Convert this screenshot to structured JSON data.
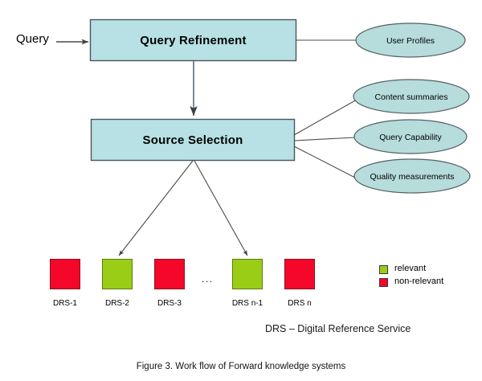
{
  "figure": {
    "caption": "Figure 3. Work flow of Forward knowledge systems",
    "note": "DRS – Digital Reference Service"
  },
  "colors": {
    "process_fill": "#b7e1e4",
    "process_stroke": "#4a5560",
    "ellipse_fill": "#b6dcdc",
    "ellipse_stroke": "#555f63",
    "relevant": "#9acd16",
    "non_relevant": "#f5072a",
    "connector": "#4a4a4a",
    "background": "#ffffff"
  },
  "input": {
    "label": "Query"
  },
  "processes": [
    {
      "id": "query-refinement",
      "label": "Query Refinement"
    },
    {
      "id": "source-selection",
      "label": "Source Selection"
    }
  ],
  "resources": [
    {
      "id": "user-profiles",
      "label": "User Profiles",
      "source": "query-refinement"
    },
    {
      "id": "content-summaries",
      "label": "Content summaries",
      "source": "source-selection"
    },
    {
      "id": "query-capability",
      "label": "Query Capability",
      "source": "source-selection"
    },
    {
      "id": "quality-measurements",
      "label": "Quality measurements",
      "source": "source-selection"
    }
  ],
  "drs_nodes": [
    {
      "id": "drs-1",
      "label": "DRS-1",
      "state": "non-relevant",
      "selected": false
    },
    {
      "id": "drs-2",
      "label": "DRS-2",
      "state": "relevant",
      "selected": true
    },
    {
      "id": "drs-3",
      "label": "DRS-3",
      "state": "non-relevant",
      "selected": false
    },
    {
      "id": "drs-n-1",
      "label": "DRS n-1",
      "state": "relevant",
      "selected": true
    },
    {
      "id": "drs-n",
      "label": "DRS n",
      "state": "non-relevant",
      "selected": false
    }
  ],
  "ellipsis": "...",
  "legend": [
    {
      "id": "relevant",
      "label": "relevant",
      "color": "#9acd16"
    },
    {
      "id": "non-relevant",
      "label": "non-relevant",
      "color": "#f5072a"
    }
  ]
}
